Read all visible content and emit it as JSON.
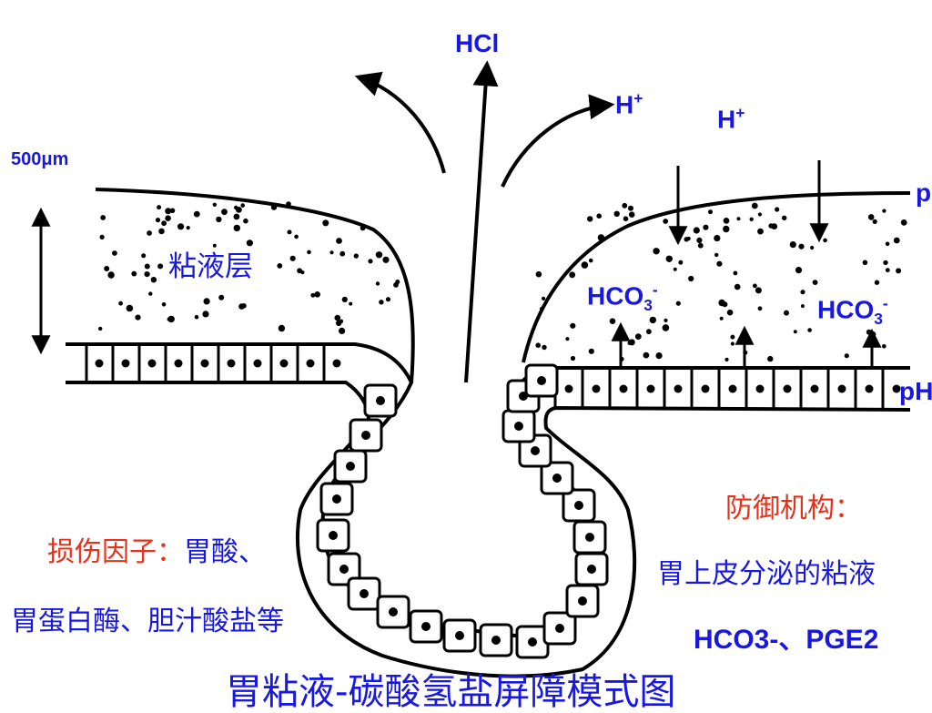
{
  "labels": {
    "hcl": "HCl",
    "h_plus_1": "H",
    "h_plus_2": "H",
    "plus_sign": "+",
    "scale": "500μm",
    "mucus_layer": "粘液层",
    "hco3_1": "HCO",
    "hco3_2": "HCO",
    "hco3_sub": "3",
    "hco3_sup": "-",
    "ph_top": "p",
    "ph_bottom": "pH",
    "defense_title": "防御机构：",
    "defense_line1": "胃上皮分泌的粘液",
    "defense_line2": "HCO3-、PGE2",
    "damage_title": "损伤因子：",
    "damage_line1_rest": "胃酸、",
    "damage_line2": "胃蛋白酶、胆汁酸盐等",
    "caption": "胃粘液-碳酸氢盐屏障模式图"
  },
  "colors": {
    "ink": "#000000",
    "label_blue": "#1818e0",
    "label_red": "#e8301a",
    "background": "#ffffff"
  }
}
